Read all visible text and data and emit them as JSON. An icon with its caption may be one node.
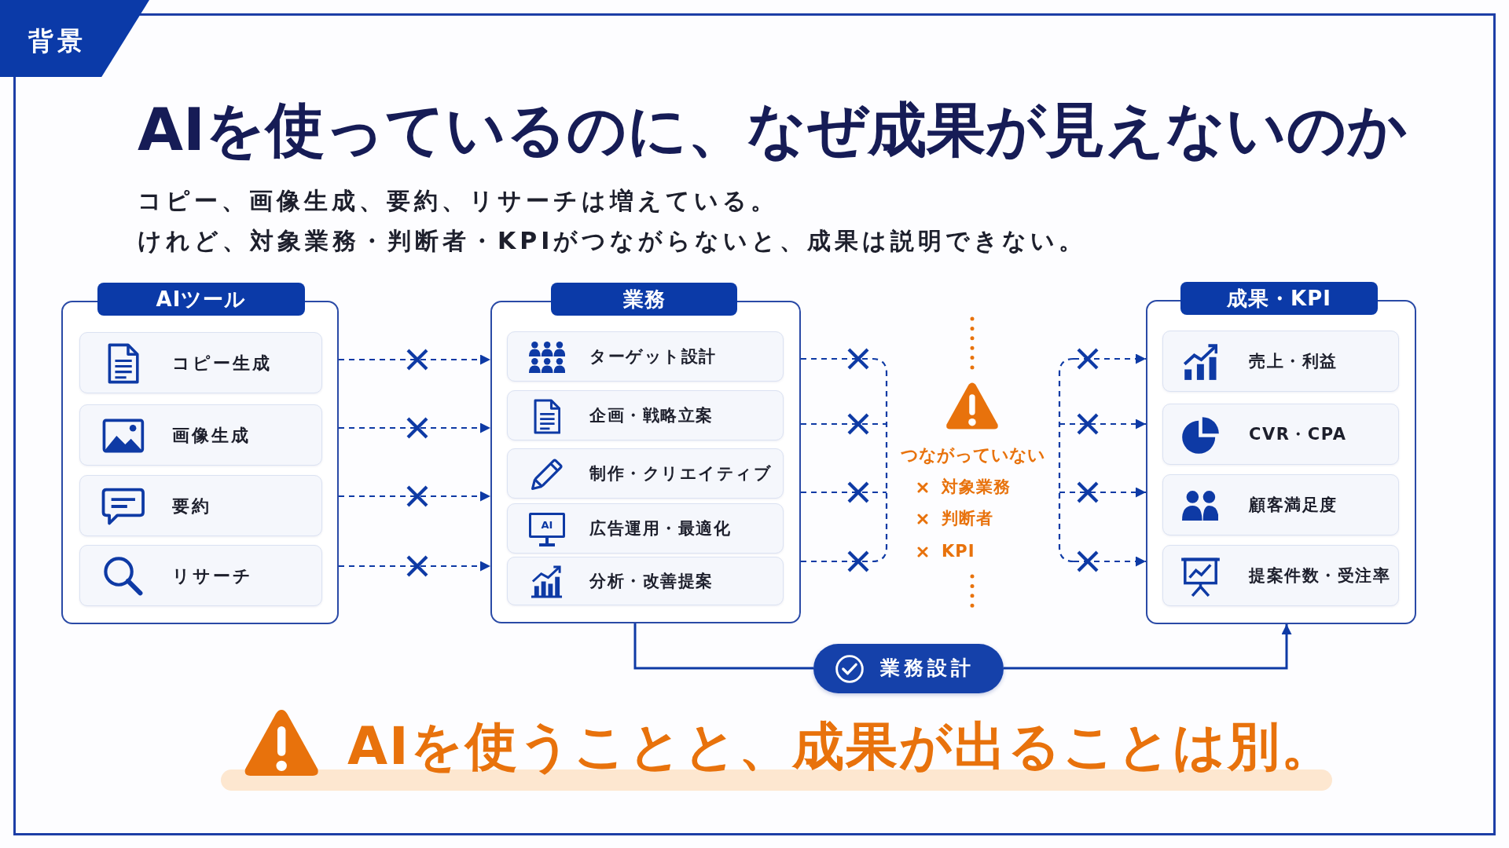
{
  "diagram": {
    "title": "AIを使っているのに、なぜ成果が見えないのか",
    "nodes": [
      {
        "text": [
          "背景"
        ]
      },
      {
        "text": [
          "AIツール"
        ]
      },
      {
        "text": [
          "コピー生成"
        ],
        "in": 1
      },
      {
        "text": [
          "画像生成"
        ],
        "in": 1
      },
      {
        "text": [
          "要約"
        ],
        "in": 1
      },
      {
        "text": [
          "リサーチ"
        ],
        "in": 1
      },
      {
        "text": [
          "業務"
        ]
      },
      {
        "text": [
          "ターゲット設計"
        ],
        "in": 6
      },
      {
        "text": [
          "企画・戦略立案"
        ],
        "in": 6
      },
      {
        "text": [
          "制作・クリエイティブ"
        ],
        "in": 6
      },
      {
        "text": [
          "AI",
          "広告運用・最適化"
        ],
        "in": 6
      },
      {
        "text": [
          "分析・改善提案"
        ],
        "in": 6
      },
      {
        "text": [
          "成果・KPI"
        ]
      },
      {
        "text": [
          "売上・利益"
        ],
        "in": 12
      },
      {
        "text": [
          "CVR・CPA"
        ],
        "in": 12
      },
      {
        "text": [
          "顧客満足度"
        ],
        "in": 12
      },
      {
        "text": [
          "提案件数・受注率"
        ],
        "in": 12
      },
      {
        "text": [
          "業務設計"
        ]
      }
    ],
    "edges": [
      {
        "from": 1,
        "to": 6,
        "arrow": "to",
        "style": "dashed"
      },
      {
        "from": 1,
        "to": 6,
        "arrow": "to",
        "style": "dashed"
      },
      {
        "from": 1,
        "to": 6,
        "arrow": "to",
        "style": "dashed"
      },
      {
        "from": 1,
        "to": 6,
        "arrow": "to",
        "style": "dashed"
      },
      {
        "from": 6,
        "to": null,
        "arrow": "none",
        "style": "dashed"
      },
      {
        "from": 6,
        "to": null,
        "arrow": "none",
        "style": "dashed"
      },
      {
        "from": 6,
        "to": null,
        "arrow": "none",
        "style": "dashed"
      },
      {
        "from": 6,
        "to": null,
        "arrow": "none",
        "style": "dashed"
      },
      {
        "from": null,
        "to": 12,
        "arrow": "to",
        "style": "dashed"
      },
      {
        "from": null,
        "to": 12,
        "arrow": "to",
        "style": "dashed"
      },
      {
        "from": null,
        "to": 12,
        "arrow": "to",
        "style": "dashed"
      },
      {
        "from": null,
        "to": 12,
        "arrow": "to",
        "style": "dashed"
      },
      {
        "from": 6,
        "to": 17,
        "arrow": "none"
      },
      {
        "from": 17,
        "to": 12,
        "arrow": "to"
      }
    ],
    "labels": [
      "コピー、画像生成、要約、リサーチは増えている。",
      "けれど、対象業務・判断者・KPIがつながらないと、成果は説明できない。",
      "つながっていない",
      "対象業務",
      "判断者",
      "KPI",
      "AIを使うことと、成果が出ることは別。"
    ]
  }
}
